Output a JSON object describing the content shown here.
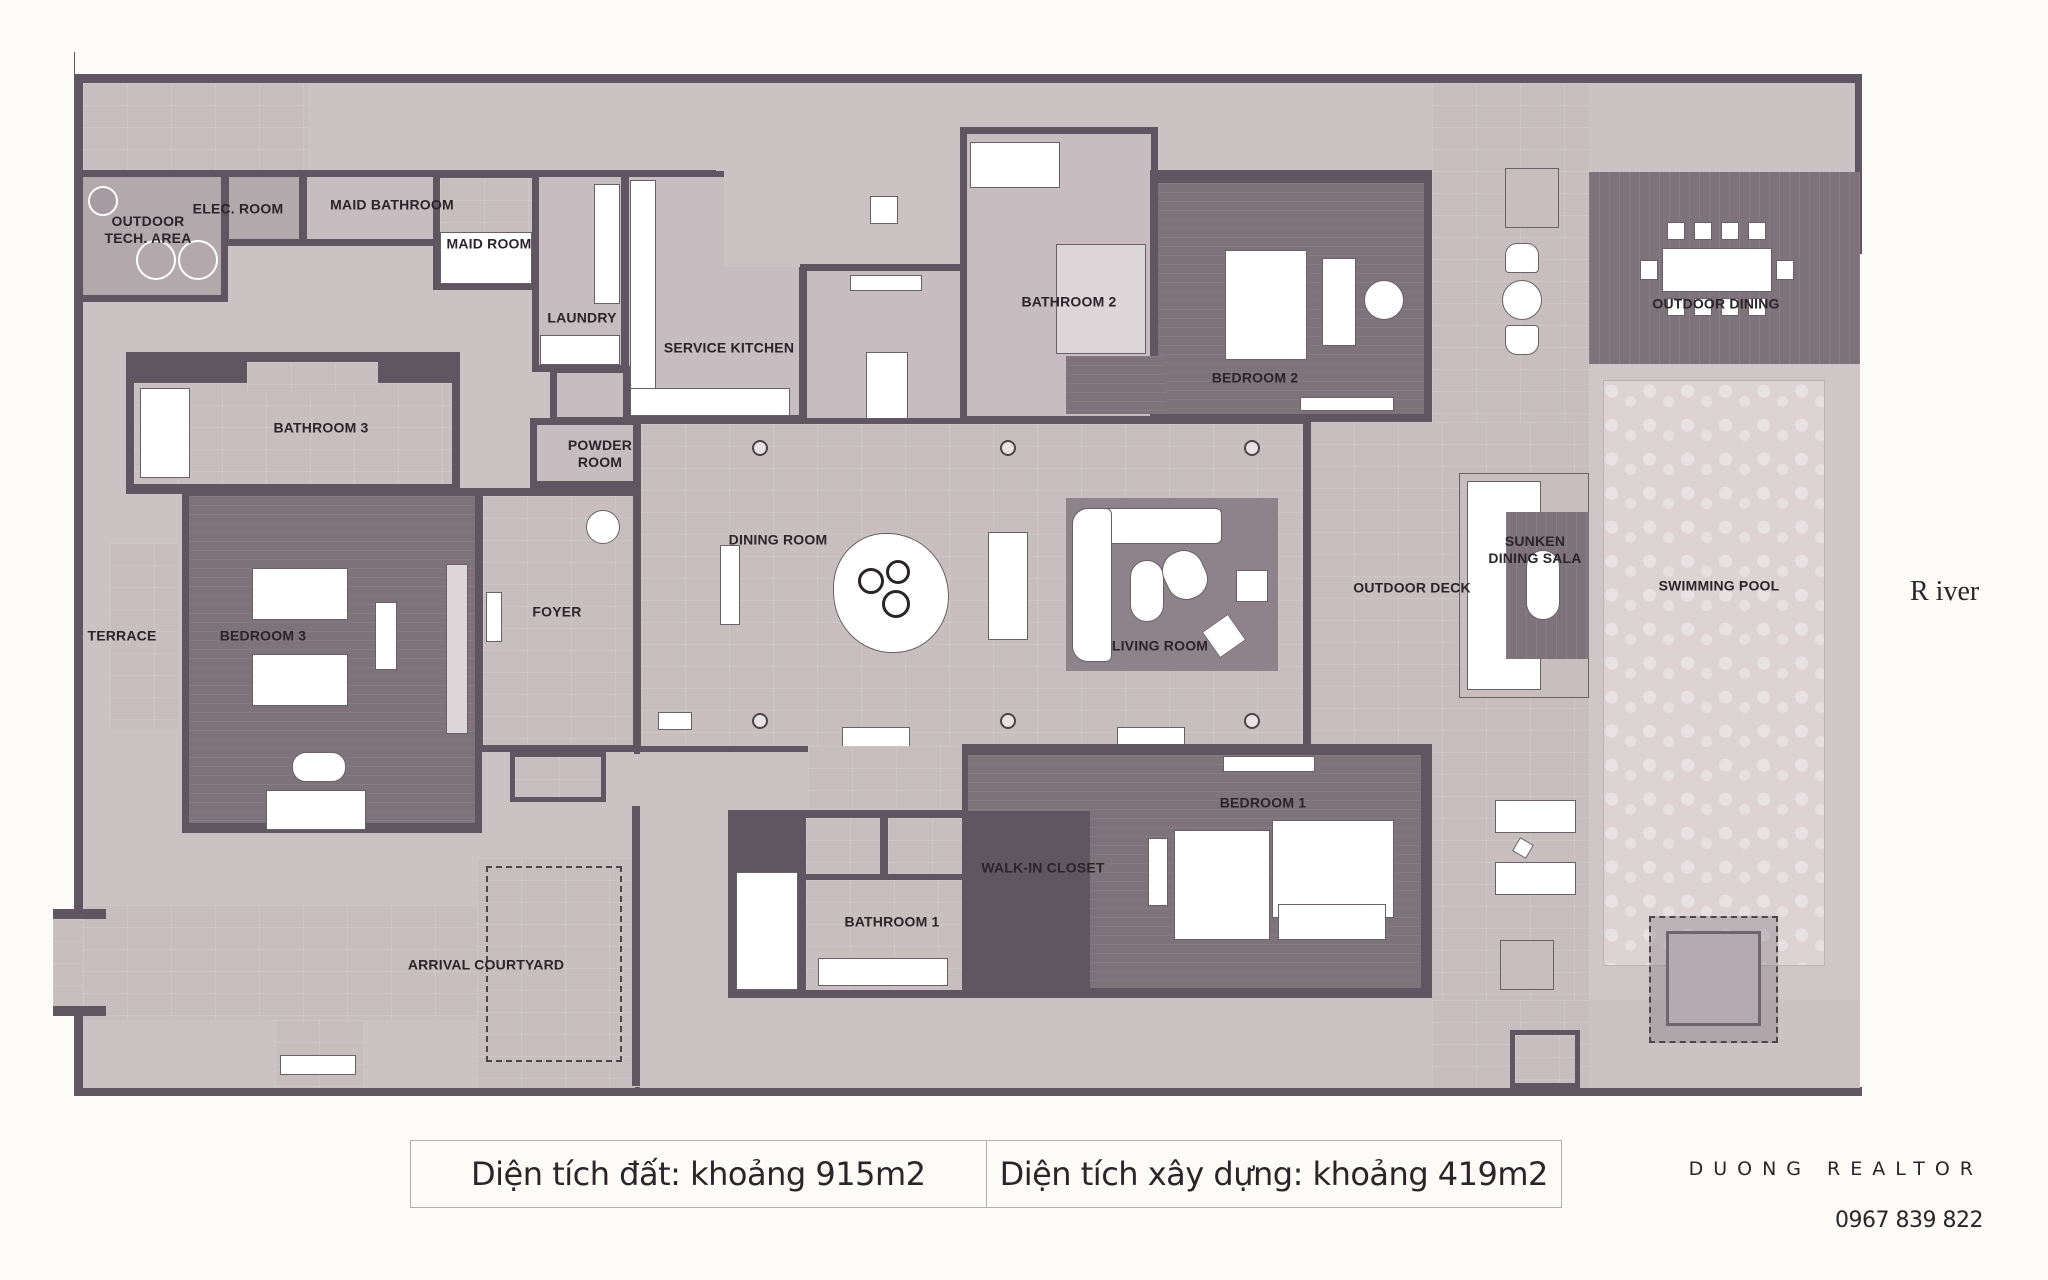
{
  "plan": {
    "river_label": "R iver",
    "rooms": {
      "outdoor_tech_area": "OUTDOOR\nTECH. AREA",
      "elec_room": "ELEC. ROOM",
      "maid_bathroom": "MAID BATHROOM",
      "maid_room": "MAID ROOM",
      "laundry": "LAUNDRY",
      "service_kitchen": "SERVICE KITCHEN",
      "bathroom_3": "BATHROOM 3",
      "powder_room": "POWDER\nROOM",
      "bathroom_2": "BATHROOM 2",
      "bedroom_2": "BEDROOM 2",
      "outdoor_dining": "OUTDOOR DINING",
      "terrace": "TERRACE",
      "bedroom_3": "BEDROOM 3",
      "foyer": "FOYER",
      "dining_room": "DINING ROOM",
      "living_room": "LIVING ROOM",
      "outdoor_deck": "OUTDOOR DECK",
      "sunken_dining_sala": "SUNKEN\nDINING SALA",
      "swimming_pool": "SWIMMING POOL",
      "bedroom_1": "BEDROOM 1",
      "walk_in_closet": "WALK-IN CLOSET",
      "bathroom_1": "BATHROOM 1",
      "arrival_courtyard": "ARRIVAL COURTYARD"
    }
  },
  "info": {
    "land_area": "Diện tích đất: khoảng 915m2",
    "built_area": "Diện tích xây dựng: khoảng 419m2"
  },
  "brand": {
    "name": "DUONG REALTOR",
    "phone": "0967 839 822"
  },
  "colors": {
    "wall": "#5f5661",
    "bedroom_floor": "#7f737b",
    "garden": "#cbc2c4",
    "tile": "#c8bec0",
    "background": "#fdfbf7"
  }
}
